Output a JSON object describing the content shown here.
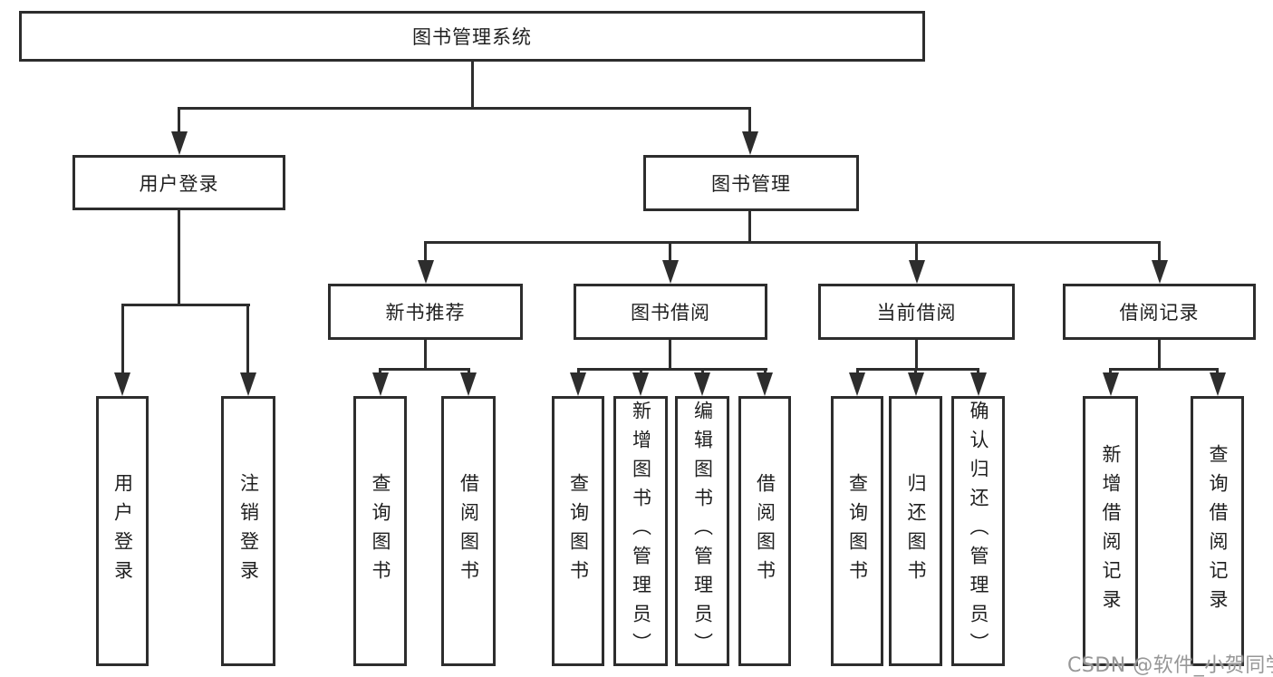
{
  "nodes": {
    "root": "图书管理系统",
    "level2": {
      "user_login": "用户登录",
      "book_mgmt": "图书管理"
    },
    "level3": {
      "new_book": "新书推荐",
      "book_borrow": "图书借阅",
      "current_borrow": "当前借阅",
      "borrow_record": "借阅记录"
    },
    "leaves": {
      "user_login_1": "用户登录",
      "user_login_2": "注销登录",
      "new_book_1": "查询图书",
      "new_book_2": "借阅图书",
      "book_borrow_1": "查询图书",
      "book_borrow_2": "新增图书（管理员）",
      "book_borrow_3": "编辑图书（管理员）",
      "book_borrow_4": "借阅图书",
      "current_borrow_1": "查询图书",
      "current_borrow_2": "归还图书",
      "current_borrow_3": "确认归还（管理员）",
      "borrow_record_1": "新增借阅记录",
      "borrow_record_2": "查询借阅记录"
    }
  },
  "watermark": "CSDN @软件_小贺同学",
  "colors": {
    "line": "#2d2d2d",
    "box_background": "#ffffff",
    "text": "#1f1f1f",
    "watermark": "#979797"
  }
}
